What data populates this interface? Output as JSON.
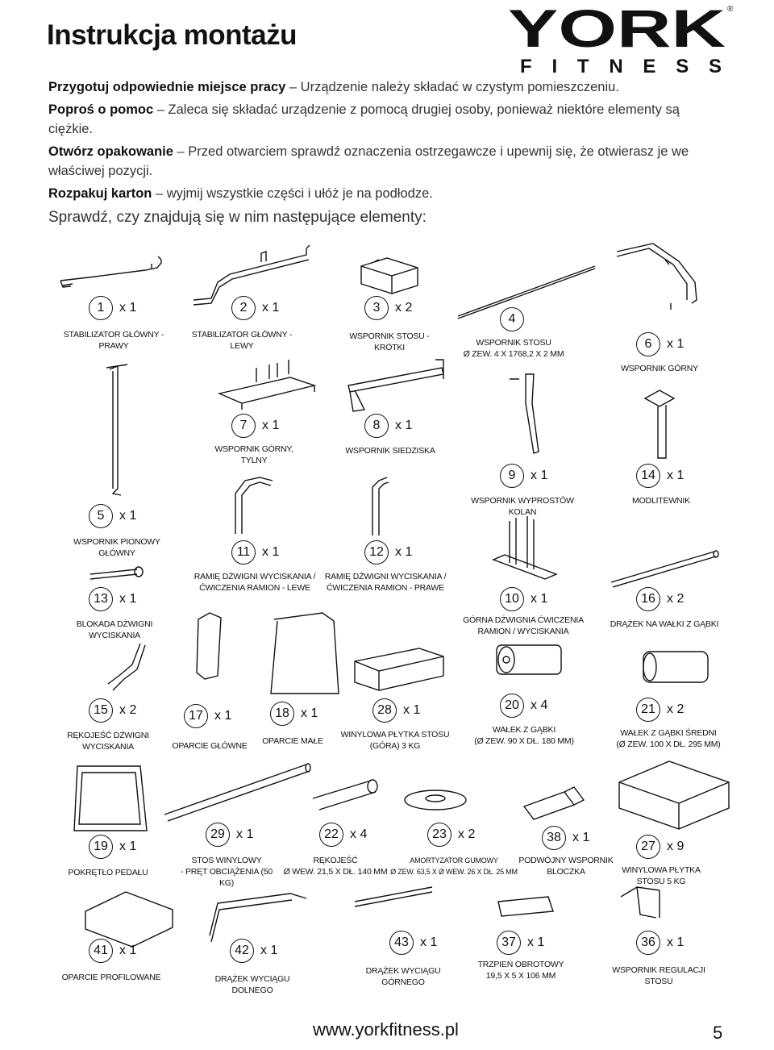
{
  "header": {
    "title": "Instrukcja montażu",
    "logo_top": "YORK",
    "logo_bottom": "FITNESS",
    "logo_mark": "®"
  },
  "intro": [
    {
      "bold": "Przygotuj odpowiednie miejsce pracy",
      "text": " – Urządzenie należy składać w czystym pomieszczeniu."
    },
    {
      "bold": "Poproś o pomoc",
      "text": " – Zaleca się składać urządzenie z pomocą drugiej osoby, ponieważ niektóre elementy są ciężkie."
    },
    {
      "bold": "Otwórz opakowanie",
      "text": " – Przed otwarciem sprawdź oznaczenia ostrzegawcze i upewnij się, że otwierasz je we właściwej pozycji."
    },
    {
      "bold": "Rozpakuj karton",
      "text": " – wyjmij wszystkie części i ułóż je na podłodze."
    }
  ],
  "intro_last": "Sprawdź, czy znajdują się w nim następujące elementy:",
  "parts": [
    {
      "num": "1",
      "qty": "x 1",
      "label": "STABILIZATOR GŁÓWNY - PRAWY"
    },
    {
      "num": "2",
      "qty": "x 1",
      "label": "STABILIZATOR GŁÓWNY - LEWY"
    },
    {
      "num": "3",
      "qty": "x 2",
      "label": "WSPORNIK STOSU - KRÓTKI"
    },
    {
      "num": "4",
      "qty": "",
      "label": "WSPORNIK STOSU",
      "label2": "Ø ZEW. 4 X 1768,2 X 2 MM"
    },
    {
      "num": "6",
      "qty": "x 1",
      "label": "WSPORNIK GÓRNY"
    },
    {
      "num": "7",
      "qty": "x 1",
      "label": "WSPORNIK GÓRNY, TYLNY"
    },
    {
      "num": "8",
      "qty": "x 1",
      "label": "WSPORNIK SIEDZISKA"
    },
    {
      "num": "9",
      "qty": "x 1",
      "label": "WSPORNIK WYPROSTÓW KOLAN"
    },
    {
      "num": "14",
      "qty": "x 1",
      "label": "MODLITEWNIK"
    },
    {
      "num": "5",
      "qty": "x 1",
      "label": "WSPORNIK PIONOWY GŁÓWNY"
    },
    {
      "num": "11",
      "qty": "x 1",
      "label": "RAMIĘ DŹWIGNI WYCISKANIA /",
      "label2": "ĆWICZENIA RAMION - LEWE"
    },
    {
      "num": "12",
      "qty": "x 1",
      "label": "RAMIĘ DŹWIGNI WYCISKANIA /",
      "label2": "ĆWICZENIA RAMION - PRAWE"
    },
    {
      "num": "13",
      "qty": "x 1",
      "label": "BLOKADA DŹWIGNI WYCISKANIA"
    },
    {
      "num": "10",
      "qty": "x 1",
      "label": "GÓRNA DŹWIGNIA ĆWICZENIA",
      "label2": "RAMION / WYCISKANIA"
    },
    {
      "num": "16",
      "qty": "x 2",
      "label": "DRĄŻEK NA WAŁKI Z GĄBKI"
    },
    {
      "num": "15",
      "qty": "x 2",
      "label": "RĘKOJEŚĆ DŹWIGNI WYCISKANIA"
    },
    {
      "num": "17",
      "qty": "x 1",
      "label": "OPARCIE GŁÓWNE"
    },
    {
      "num": "18",
      "qty": "x 1",
      "label": "OPARCIE MAŁE"
    },
    {
      "num": "28",
      "qty": "x 1",
      "label": "WINYLOWA PŁYTKA STOSU",
      "label2": "(GÓRA) 3 KG"
    },
    {
      "num": "20",
      "qty": "x 4",
      "label": "WAŁEK Z GĄBKI",
      "label2": "(Ø ZEW. 90 X DŁ. 180 MM)"
    },
    {
      "num": "21",
      "qty": "x 2",
      "label": "WAŁEK Z GĄBKI ŚREDNI",
      "label2": "(Ø ZEW. 100 X DŁ. 295 MM)"
    },
    {
      "num": "19",
      "qty": "x 1",
      "label": "POKRĘTŁO PEDAŁU"
    },
    {
      "num": "29",
      "qty": "x 1",
      "label": "STOS WINYLOWY",
      "label2": "- PRĘT OBCIĄŻENIA (50 KG)"
    },
    {
      "num": "22",
      "qty": "x 4",
      "label": "RĘKOJEŚĆ",
      "label2": "Ø WEW. 21,5 X DŁ. 140 MM"
    },
    {
      "num": "23",
      "qty": "x 2",
      "label": "AMORTYZATOR GUMOWY",
      "label2": "Ø ZEW. 63,5 X Ø WEW. 26 X DŁ. 25 MM"
    },
    {
      "num": "38",
      "qty": "x 1",
      "label": "PODWÓJNY  WSPORNIK",
      "label2": "BLOCZKA"
    },
    {
      "num": "27",
      "qty": "x 9",
      "label": "WINYLOWA PŁYTKA",
      "label2": "STOSU 5 KG"
    },
    {
      "num": "41",
      "qty": "x 1",
      "label": "OPARCIE PROFILOWANE"
    },
    {
      "num": "42",
      "qty": "x 1",
      "label": "DRĄŻEK WYCIĄGU DOLNEGO"
    },
    {
      "num": "43",
      "qty": "x 1",
      "label": "DRĄŻEK WYCIĄGU GÓRNEGO"
    },
    {
      "num": "37",
      "qty": "x 1",
      "label": "TRZPIEŃ OBROTOWY",
      "label2": "19,5 X 5 X 106 MM"
    },
    {
      "num": "36",
      "qty": "x 1",
      "label": "WSPORNIK REGULACJI STOSU"
    }
  ],
  "footer": {
    "url": "www.yorkfitness.pl",
    "page": "5"
  }
}
